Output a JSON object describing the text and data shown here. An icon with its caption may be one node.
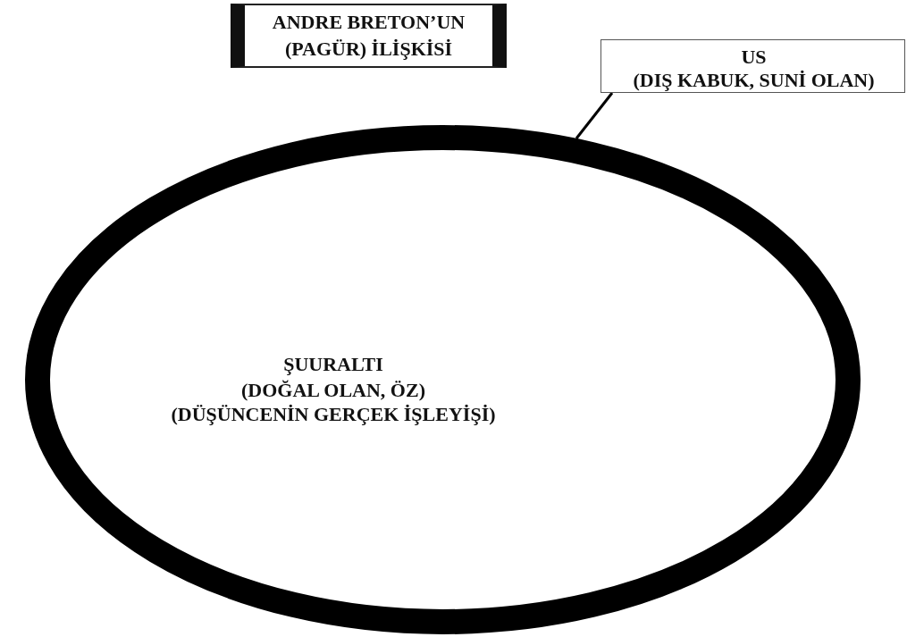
{
  "diagram": {
    "title": "ANDRE BRETON’UN (PAGÜR) İLİŞKİSİ",
    "nodes": [
      {
        "text": [
          "US",
          "(DIŞ KABUK, SUNİ OLAN)"
        ]
      },
      {
        "text": [
          "ŞUURALTI",
          "(DOĞAL OLAN, ÖZ)",
          "(DÜŞÜNCENİN GERÇEK İŞLEYİŞİ)"
        ]
      }
    ],
    "edges": [
      {
        "from": 0,
        "to": 1,
        "arrow": "none"
      }
    ]
  }
}
